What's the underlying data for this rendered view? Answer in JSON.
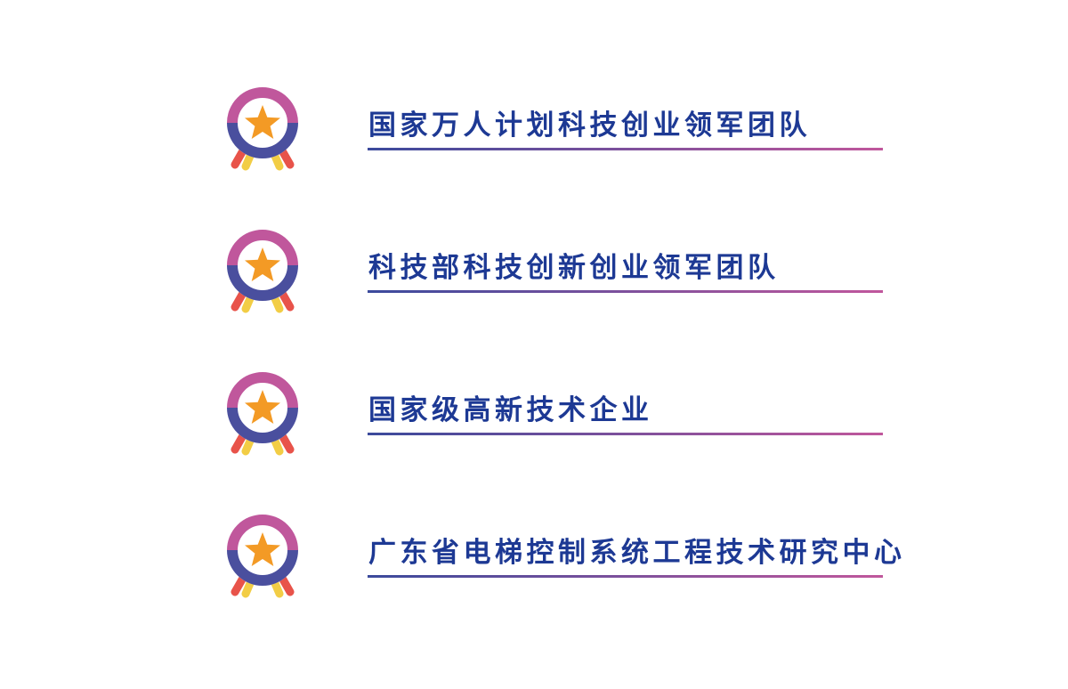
{
  "items": [
    {
      "label": "国家万人计划科技创业领军团队"
    },
    {
      "label": "科技部科技创新创业领军团队"
    },
    {
      "label": "国家级高新技术企业"
    },
    {
      "label": "广东省电梯控制系统工程技术研究中心"
    }
  ],
  "colors": {
    "ring_top": "#c0579c",
    "ring_bottom": "#4a4f9e",
    "star": "#f39a25",
    "ribbon_outer": "#e8534a",
    "ribbon_inner": "#f2cd45",
    "text": "#1d3994"
  }
}
